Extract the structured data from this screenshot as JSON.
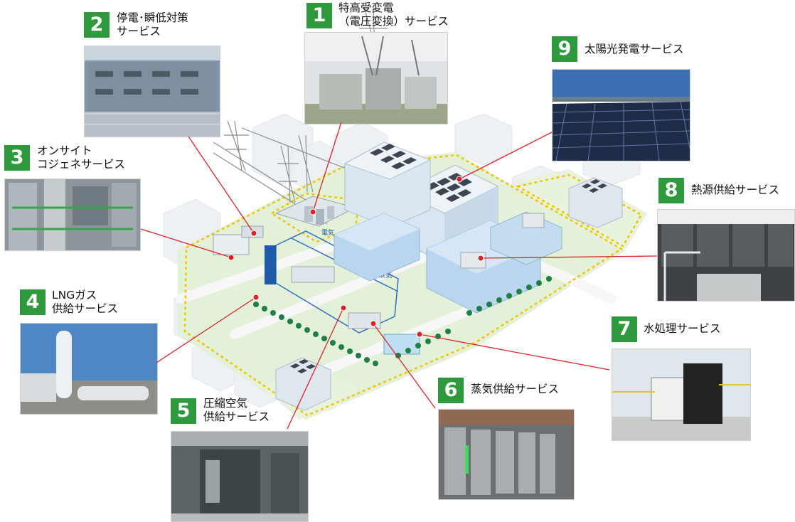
{
  "services": [
    {
      "id": "s1",
      "number": "1",
      "label_lines": [
        "特高受変電",
        "（電圧変換）サービス"
      ]
    },
    {
      "id": "s2",
      "number": "2",
      "label_lines": [
        "停電･瞬低対策",
        "サービス"
      ]
    },
    {
      "id": "s3",
      "number": "3",
      "label_lines": [
        "オンサイト",
        "コジェネサービス"
      ]
    },
    {
      "id": "s4",
      "number": "4",
      "label_lines": [
        "LNGガス",
        "供給サービス"
      ]
    },
    {
      "id": "s5",
      "number": "5",
      "label_lines": [
        "圧縮空気",
        "供給サービス"
      ]
    },
    {
      "id": "s6",
      "number": "6",
      "label_lines": [
        "蒸気供給サービス"
      ]
    },
    {
      "id": "s7",
      "number": "7",
      "label_lines": [
        "水処理サービス"
      ]
    },
    {
      "id": "s8",
      "number": "8",
      "label_lines": [
        "熱源供給サービス"
      ]
    },
    {
      "id": "s9",
      "number": "9",
      "label_lines": [
        "太陽光発電サービス"
      ]
    }
  ],
  "colors": {
    "badge": "#2f9a3d",
    "leader_line": "#d7242a",
    "ground": "#e3f1d8",
    "building": "#b9d6ee",
    "tree": "#1f7f47",
    "fence": "#f2c300",
    "pipe": "#2f6fc0"
  }
}
